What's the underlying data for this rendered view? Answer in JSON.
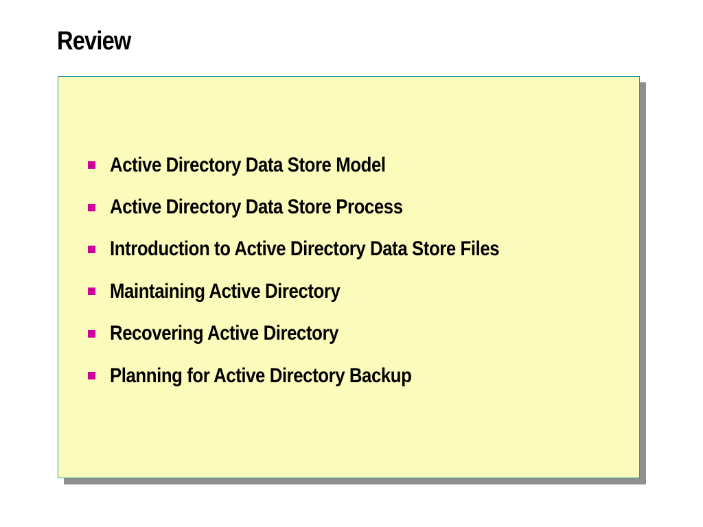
{
  "slide": {
    "title": "Review",
    "bullets": [
      "Active Directory Data Store Model",
      "Active Directory Data Store Process",
      "Introduction to Active Directory Data Store Files",
      "Maintaining Active Directory",
      "Recovering Active Directory",
      "Planning for Active Directory Backup"
    ]
  },
  "colors": {
    "panel_background": "#fbfbbb",
    "panel_border": "#2a9aa0",
    "panel_shadow": "#8f8f8f",
    "bullet_marker": "#cc0099",
    "text": "#000000"
  },
  "icons": {
    "bullet": "square-bullet-icon"
  }
}
